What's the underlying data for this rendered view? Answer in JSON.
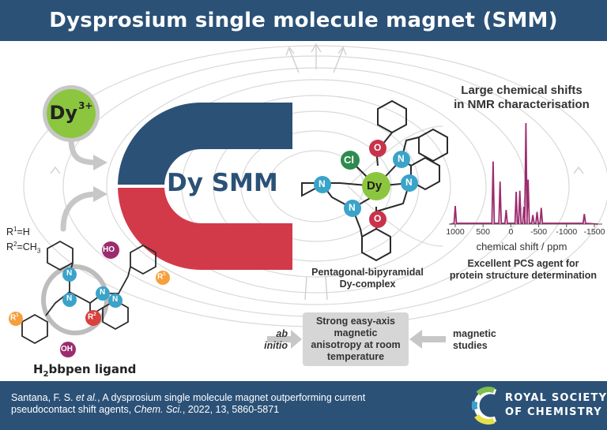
{
  "header": {
    "title": "Dysprosium single molecule magnet (SMM)"
  },
  "dy_ion": {
    "symbol": "Dy",
    "charge": "3+"
  },
  "magnet": {
    "label": "Dy SMM",
    "top_color": "#2b5177",
    "bottom_color": "#d23a4a"
  },
  "ligand": {
    "r1": "R",
    "r1_sup": "1",
    "r1_value": "=H",
    "r2": "R",
    "r2_sup": "2",
    "r2_value": "=CH",
    "r2_sub": "3",
    "name_prefix": "H",
    "name_sub": "2",
    "name_suffix": "bbpen ligand",
    "atoms": {
      "n": "N",
      "ho": "HO",
      "oh": "OH",
      "r1": "R",
      "r1_sup": "1",
      "r2": "R",
      "r2_sup": "2"
    }
  },
  "complex": {
    "dy": "Dy",
    "cl": "Cl",
    "o": "O",
    "n": "N",
    "label_line1": "Pentagonal-bipyramidal",
    "label_line2": "Dy-complex"
  },
  "nmr": {
    "title_line1": "Large chemical shifts",
    "title_line2": "in NMR characterisation",
    "axis_ticks": [
      "1000",
      "500",
      "0",
      "-500",
      "-1000",
      "-1500"
    ],
    "axis_label": "chemical shift / ppm",
    "line_color": "#9b2c6e",
    "peaks": [
      {
        "ppm": 1000,
        "h": 0.18
      },
      {
        "ppm": 320,
        "h": 0.62
      },
      {
        "ppm": 195,
        "h": 0.42
      },
      {
        "ppm": 85,
        "h": 0.14
      },
      {
        "ppm": -95,
        "h": 0.32
      },
      {
        "ppm": -160,
        "h": 0.33
      },
      {
        "ppm": -235,
        "h": 0.17
      },
      {
        "ppm": -270,
        "h": 1.0
      },
      {
        "ppm": -310,
        "h": 0.44
      },
      {
        "ppm": -395,
        "h": 0.09
      },
      {
        "ppm": -470,
        "h": 0.12
      },
      {
        "ppm": -545,
        "h": 0.16
      },
      {
        "ppm": -1320,
        "h": 0.1
      }
    ]
  },
  "pcs": {
    "line1": "Excellent PCS agent for",
    "line2": "protein structure determination"
  },
  "anisotropy": {
    "line1": "Strong easy-axis",
    "line2": "magnetic",
    "line3": "anisotropy at room",
    "line4": "temperature"
  },
  "ab_initio": {
    "line1": "ab",
    "line2": "initio"
  },
  "magnetic_studies": {
    "line1": "magnetic",
    "line2": "studies"
  },
  "citation": {
    "authors": "Santana, F. S.",
    "et_al": "et al.",
    "title": ", A dysprosium single molecule magnet outperforming current pseudocontact shift agents,",
    "journal": "Chem. Sci.",
    "rest": ", 2022, 13, 5860-5871"
  },
  "rsc": {
    "line1": "ROYAL SOCIETY",
    "line2": "OF CHEMISTRY"
  },
  "colors": {
    "accent_blue": "#2b5177",
    "magnet_red": "#d23a4a",
    "dy_green": "#8cc63f",
    "n_blue": "#3aa3c9",
    "o_red": "#c8334b",
    "cl_green": "#2e8b4f",
    "r_orange": "#f5a03c",
    "r2_red": "#d9413f",
    "ho_purple": "#9b2c6e"
  }
}
